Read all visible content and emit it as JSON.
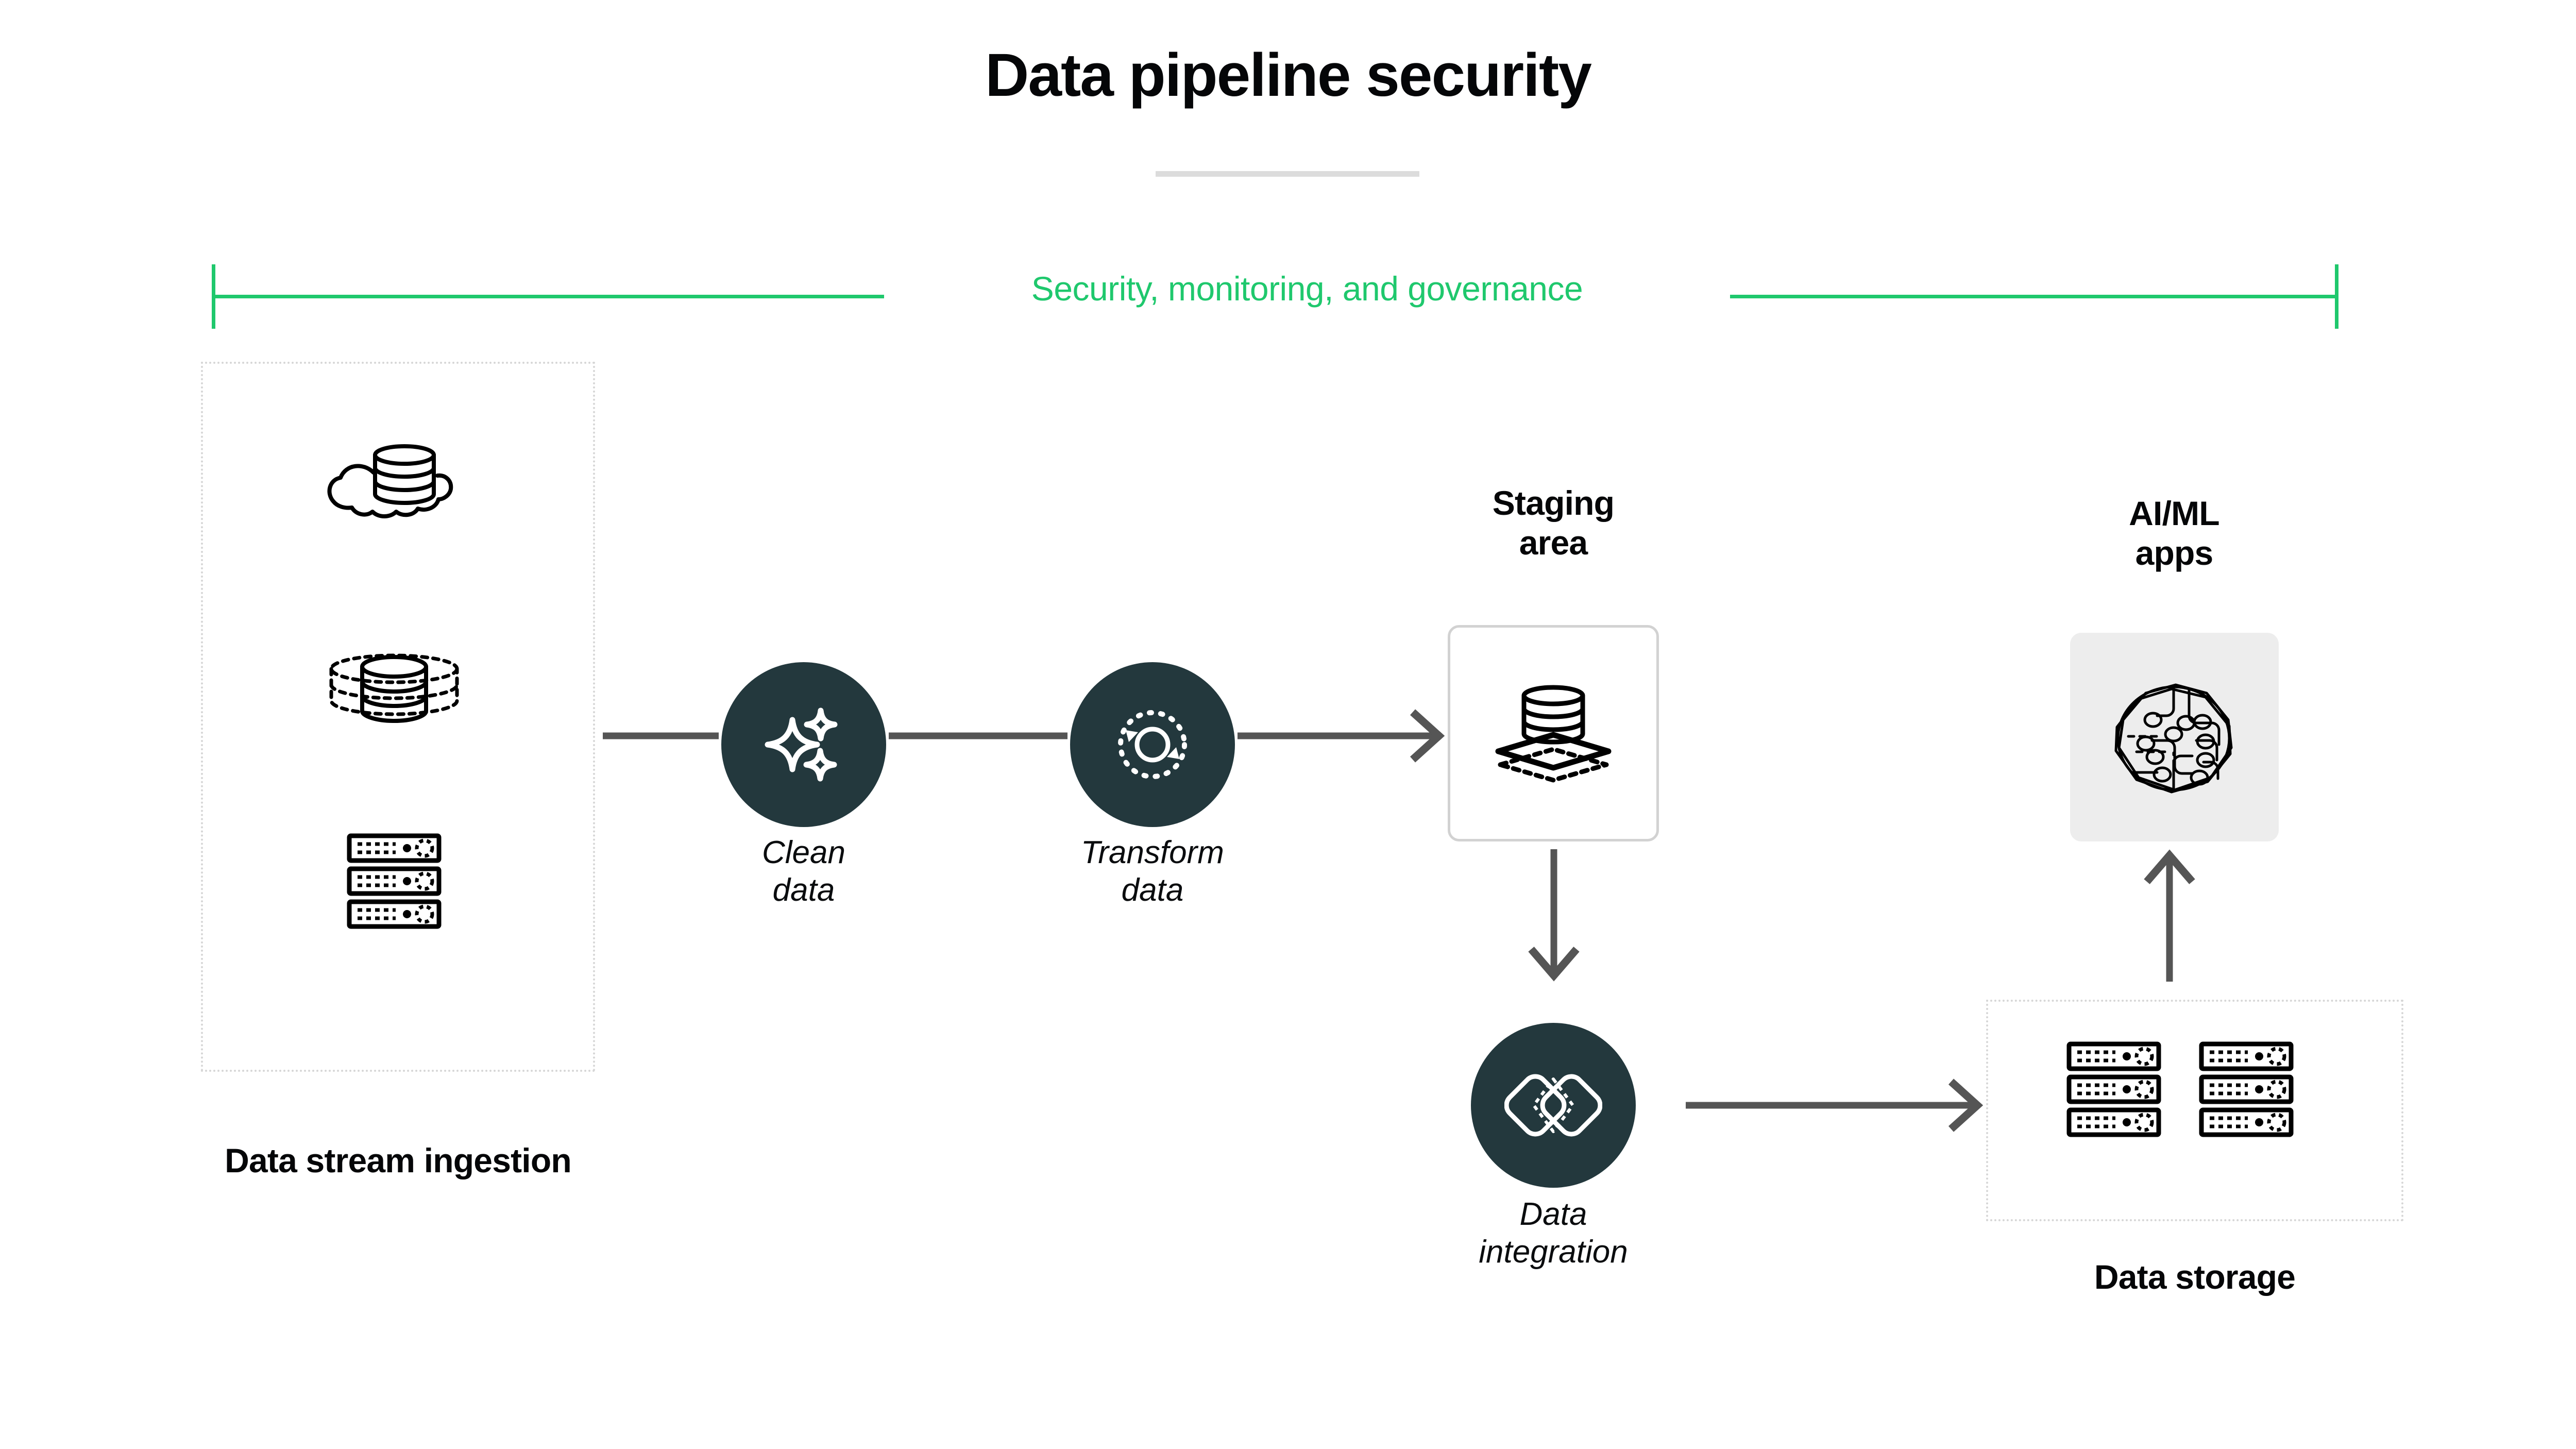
{
  "page": {
    "title": "Data pipeline security",
    "background": "#ffffff"
  },
  "colors": {
    "accent_green": "#1fc86d",
    "node_dark": "#23383d",
    "arrow_gray": "#555555",
    "dotted_border": "#d6d6d6",
    "panel_border": "#d2d2d2",
    "panel_fill": "#ededed",
    "divider": "#dcdcdc",
    "text": "#050608"
  },
  "governance": {
    "label": "Security, monitoring, and governance"
  },
  "ingestion": {
    "label": "Data stream ingestion",
    "icons": [
      {
        "name": "cloud-database-icon",
        "caption": ""
      },
      {
        "name": "database-cylinder-icon",
        "caption": ""
      },
      {
        "name": "server-rack-icon",
        "caption": ""
      }
    ]
  },
  "process_nodes": [
    {
      "id": "clean",
      "label": "Clean\ndata",
      "label_line1": "Clean",
      "label_line2": "data",
      "icon": "sparkle-icon"
    },
    {
      "id": "transform",
      "label": "Transform\ndata",
      "label_line1": "Transform",
      "label_line2": "data",
      "icon": "transform-cycle-icon"
    },
    {
      "id": "integration",
      "label": "Data\nintegration",
      "label_line1": "Data",
      "label_line2": "integration",
      "icon": "overlapping-diamonds-icon"
    }
  ],
  "staging": {
    "label_line1": "Staging",
    "label_line2": "area",
    "icon": "database-on-layers-icon"
  },
  "aiml": {
    "label_line1": "AI/ML",
    "label_line2": "apps",
    "icon": "neural-brain-icon"
  },
  "storage": {
    "label": "Data storage",
    "icons": [
      {
        "name": "server-rack-icon"
      },
      {
        "name": "server-rack-icon"
      }
    ]
  },
  "connectors": [
    {
      "name": "arrow-ingest-to-clean",
      "from": "ingestion",
      "to": "clean",
      "direction": "right"
    },
    {
      "name": "arrow-clean-to-transform",
      "from": "clean",
      "to": "transform",
      "direction": "right"
    },
    {
      "name": "arrow-transform-to-staging",
      "from": "transform",
      "to": "staging",
      "direction": "right"
    },
    {
      "name": "arrow-staging-to-integration",
      "from": "staging",
      "to": "integration",
      "direction": "down"
    },
    {
      "name": "arrow-integration-to-storage",
      "from": "integration",
      "to": "storage",
      "direction": "right"
    },
    {
      "name": "arrow-storage-to-aiml",
      "from": "storage",
      "to": "aiml",
      "direction": "up"
    }
  ]
}
